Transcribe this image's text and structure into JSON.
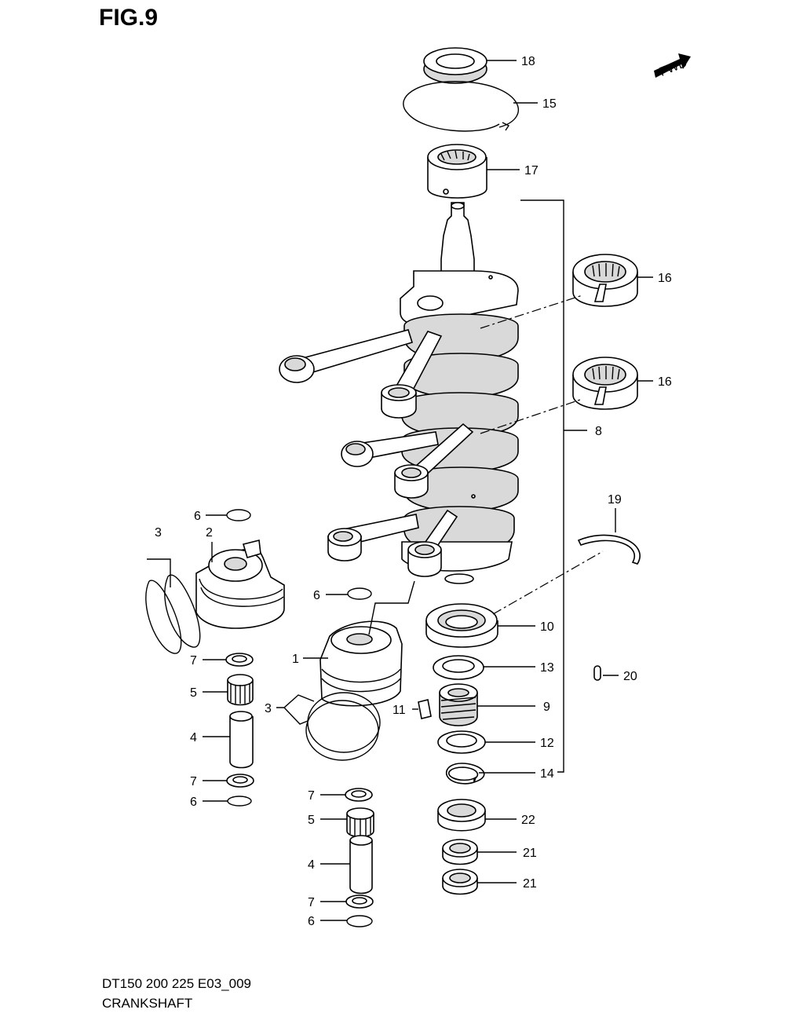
{
  "figure": {
    "title": "FIG.9",
    "model_code": "DT150 200 225 E03_009",
    "section_name": "CRANKSHAFT",
    "fwd_label": "FWD"
  },
  "callouts": [
    {
      "id": "c18",
      "label": "18"
    },
    {
      "id": "c15",
      "label": "15"
    },
    {
      "id": "c17",
      "label": "17"
    },
    {
      "id": "c16a",
      "label": "16"
    },
    {
      "id": "c16b",
      "label": "16"
    },
    {
      "id": "c8",
      "label": "8"
    },
    {
      "id": "c19",
      "label": "19"
    },
    {
      "id": "c10",
      "label": "10"
    },
    {
      "id": "c13",
      "label": "13"
    },
    {
      "id": "c20",
      "label": "20"
    },
    {
      "id": "c9",
      "label": "9"
    },
    {
      "id": "c11",
      "label": "11"
    },
    {
      "id": "c12",
      "label": "12"
    },
    {
      "id": "c14",
      "label": "14"
    },
    {
      "id": "c22",
      "label": "22"
    },
    {
      "id": "c21a",
      "label": "21"
    },
    {
      "id": "c21b",
      "label": "21"
    },
    {
      "id": "c6a",
      "label": "6"
    },
    {
      "id": "c3a",
      "label": "3"
    },
    {
      "id": "c2",
      "label": "2"
    },
    {
      "id": "c6b",
      "label": "6"
    },
    {
      "id": "c1",
      "label": "1"
    },
    {
      "id": "c7a",
      "label": "7"
    },
    {
      "id": "c5a",
      "label": "5"
    },
    {
      "id": "c3b",
      "label": "3"
    },
    {
      "id": "c4a",
      "label": "4"
    },
    {
      "id": "c7b",
      "label": "7"
    },
    {
      "id": "c6c",
      "label": "6"
    },
    {
      "id": "c7c",
      "label": "7"
    },
    {
      "id": "c5b",
      "label": "5"
    },
    {
      "id": "c4b",
      "label": "4"
    },
    {
      "id": "c7d",
      "label": "7"
    },
    {
      "id": "c6d",
      "label": "6"
    }
  ]
}
